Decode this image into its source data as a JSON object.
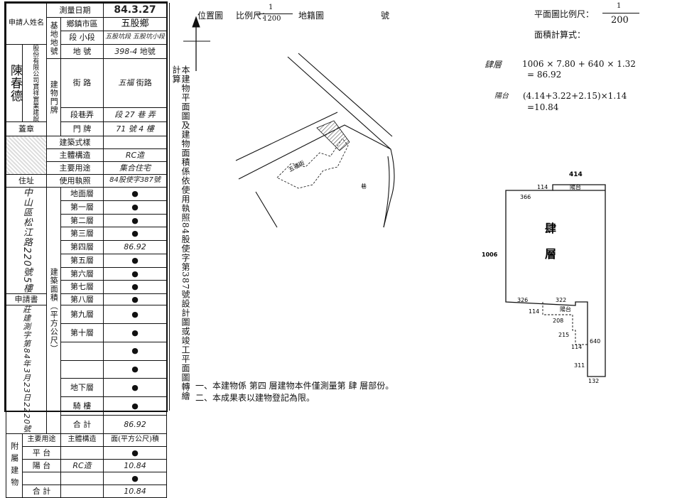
{
  "applicant": {
    "col_label": "申請人姓名",
    "company": "股份有限公司寶祥實業建設",
    "rep": "陳春德",
    "seal": "蓋章"
  },
  "address": {
    "label": "住址",
    "value": "中山區松江路220號5樓"
  },
  "survey_date": {
    "label": "測量日期",
    "value": "84.3.27"
  },
  "base": {
    "group_label": "基地地號",
    "township_label": "鄉鎮市區",
    "township": "五股鄉",
    "section_label": "段 小段",
    "section": "五股坑段 五股坑小段",
    "lot_label": "地 號",
    "lot": "398-4",
    "lot_suffix": "地號"
  },
  "building_no": {
    "group_label": "建物門牌",
    "street_label": "街 路",
    "street": "五福",
    "street_suffix": "街路",
    "lane_label": "段巷弄",
    "lane": "段 27 巷 弄",
    "door_label": "門 牌",
    "door": "71 號 4 樓"
  },
  "style": {
    "label": "建築式樣",
    "value": ""
  },
  "structure": {
    "label": "主體構造",
    "value": "RC造"
  },
  "usage": {
    "label": "主要用途",
    "value": "集合住宅"
  },
  "license": {
    "label": "使用執照",
    "value": "84股使字387號"
  },
  "area": {
    "group_label": "建築面積（平方公尺）",
    "floors": [
      {
        "name": "地面層",
        "value": "●"
      },
      {
        "name": "第一層",
        "value": "●"
      },
      {
        "name": "第二層",
        "value": "●"
      },
      {
        "name": "第三層",
        "value": "●"
      },
      {
        "name": "第四層",
        "value": "86.92"
      },
      {
        "name": "第五層",
        "value": "●"
      },
      {
        "name": "第六層",
        "value": "●"
      },
      {
        "name": "第七層",
        "value": "●"
      },
      {
        "name": "第八層",
        "value": "●"
      },
      {
        "name": "第九層",
        "value": "●"
      },
      {
        "name": "第十層",
        "value": "●"
      },
      {
        "name": "",
        "value": "●"
      },
      {
        "name": "",
        "value": "●"
      },
      {
        "name": "地下層",
        "value": "●"
      },
      {
        "name": "騎 樓",
        "value": "●"
      }
    ],
    "total_label": "合 計",
    "total": "86.92"
  },
  "application": {
    "label": "申請書",
    "text": "莊建測字第84年3月23日2220號"
  },
  "annex": {
    "label": "附屬建物",
    "headers": [
      "主要用途",
      "主體構造",
      "面(平方公尺)積"
    ],
    "rows": [
      {
        "use": "平 台",
        "struct": "",
        "area": "●"
      },
      {
        "use": "陽 台",
        "struct": "RC造",
        "area": "10.84"
      },
      {
        "use": "",
        "struct": "",
        "area": "●"
      },
      {
        "use": "合 計",
        "struct": "",
        "area": "10.84"
      }
    ]
  },
  "middle_note": "本建物平面圖及建物面積係依使用執照84股使字第387號設計圖或竣工平面圖轉繪計算",
  "header": {
    "location_map": "位置圖",
    "scale_label": "比例尺：",
    "scale_num": "1",
    "scale_den": "1200",
    "cadastral": "地籍圖",
    "number": "號",
    "plan_scale_label": "平面圖比例尺：",
    "plan_scale_num": "1",
    "plan_scale_den": "200",
    "formula_label": "面積計算式："
  },
  "calc": {
    "floor_label": "肆層",
    "floor_expr": "1006 × 7.80 + 640 × 1.32",
    "floor_result": "= 86.92",
    "balcony_label": "陽台",
    "balcony_expr": "(4.14+3.22+2.15)×1.14",
    "balcony_result": "=10.84"
  },
  "plan": {
    "floor_name_a": "肆",
    "floor_name_b": "層",
    "balcony_a": "陽台",
    "balcony_b": "陽台",
    "dims": [
      "414",
      "114",
      "366",
      "1006",
      "326",
      "322",
      "114",
      "208",
      "215",
      "114",
      "640",
      "311",
      "132"
    ]
  },
  "site_labels": [
    "五福街",
    "巷"
  ],
  "footer": {
    "note1": "一、本建物係 第四 層建物本件僅測量第 肆 層部份。",
    "note2": "二、本成果表以建物登記為限。"
  }
}
